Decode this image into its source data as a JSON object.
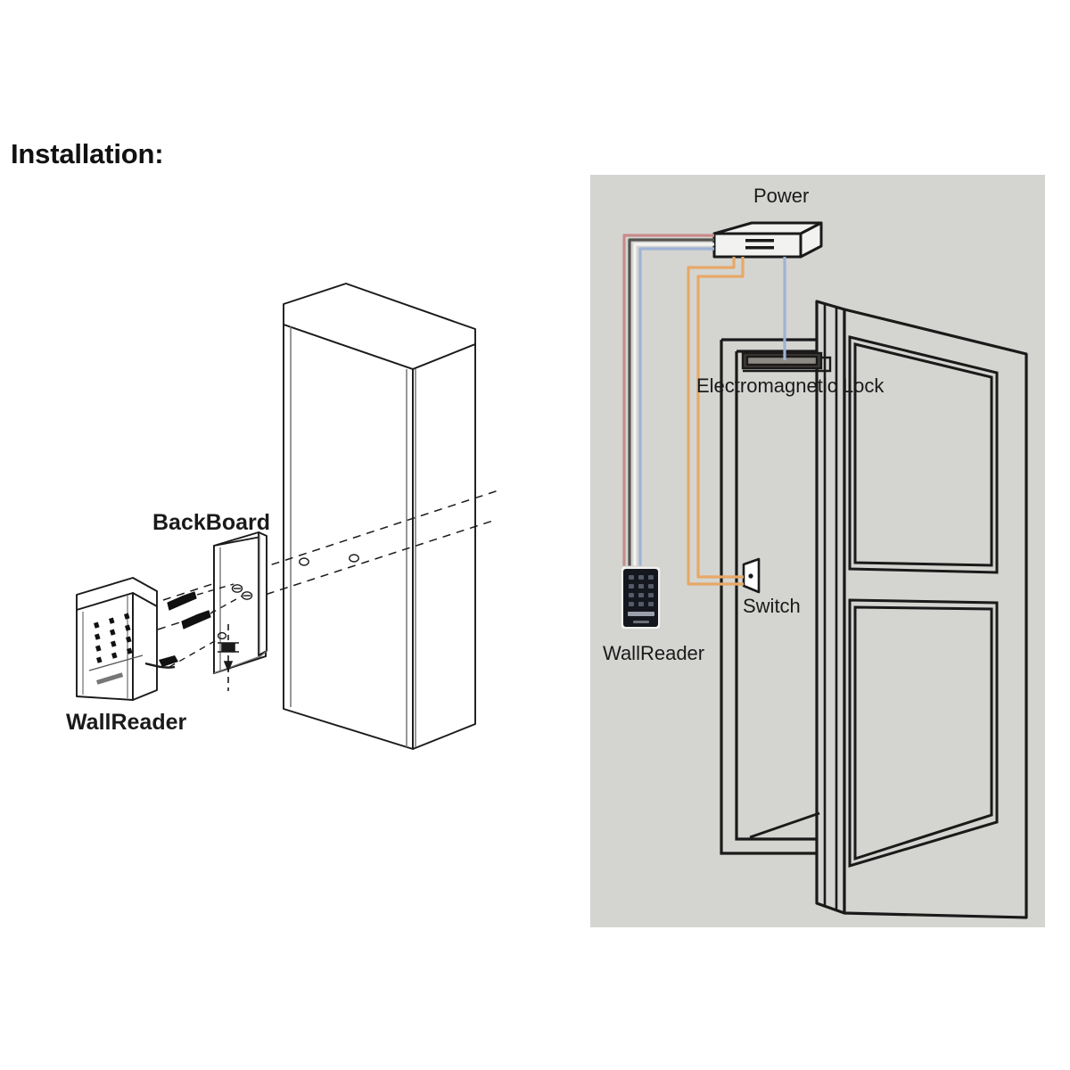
{
  "page": {
    "title": "Installation:",
    "background_color": "#ffffff"
  },
  "left_diagram": {
    "name": "wall-mount-exploded-view",
    "labels": {
      "backboard": "BackBoard",
      "wallreader": "WallReader"
    },
    "parts": [
      {
        "name": "wallreader-unit",
        "description": "keypad reader body"
      },
      {
        "name": "backboard-plate",
        "description": "mounting backplate"
      },
      {
        "name": "wall-pillar",
        "description": "wall column"
      },
      {
        "name": "screw",
        "count": 2
      },
      {
        "name": "set-screw",
        "count": 1
      }
    ]
  },
  "right_diagram": {
    "name": "door-wiring-diagram",
    "panel_color": "#d4d5d1",
    "labels": {
      "power": "Power",
      "electromagnetic_lock": "Electromagnetic Lock",
      "switch": "Switch",
      "wallreader": "WallReader"
    },
    "wire_colors": {
      "red": "#c98b8b",
      "dark": "#4a4a4a",
      "white": "#f2f2f2",
      "blue": "#9fb3d4",
      "orange": "#e8a867"
    },
    "components": [
      {
        "name": "power-supply",
        "label": "Power"
      },
      {
        "name": "electromagnetic-lock",
        "label": "Electromagnetic Lock"
      },
      {
        "name": "exit-switch",
        "label": "Switch"
      },
      {
        "name": "wallreader-keypad",
        "label": "WallReader"
      },
      {
        "name": "door",
        "label": ""
      },
      {
        "name": "door-frame",
        "label": ""
      }
    ]
  }
}
